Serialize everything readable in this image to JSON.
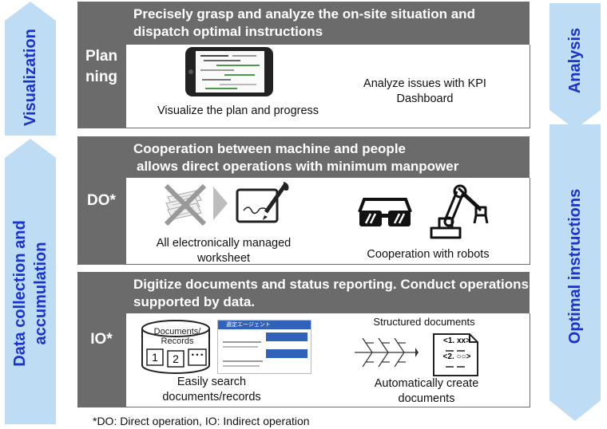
{
  "left_arrows": {
    "visualization": "Visualization",
    "data_collection": "Data collection and accumulation"
  },
  "right_arrows": {
    "analysis": "Analysis",
    "optimal_instructions": "Optimal instructions"
  },
  "planning": {
    "label": "Plan\nning",
    "header": "Precisely grasp and analyze the on-site situation and dispatch optimal instructions",
    "caption_left": "Visualize the plan and progress",
    "caption_right": "Analyze issues with KPI Dashboard"
  },
  "do": {
    "label": "DO*",
    "header_line1": "Cooperation between machine and people",
    "header_line2": "allows direct operations with minimum manpower",
    "caption_left": "All electronically managed worksheet",
    "caption_right": "Cooperation with robots"
  },
  "io": {
    "label": "IO*",
    "header": "Digitize documents and status reporting. Conduct operations supported by data.",
    "documents_records": "Documents/ Records",
    "db_1": "1",
    "db_2": "2",
    "db_dots": "• • •",
    "chat_title": "選定エージェント",
    "structured_documents": "Structured documents",
    "doc_line1": "<1. xx>",
    "doc_line2": "<2. ○○>",
    "caption_left": "Easily search documents/records",
    "caption_right": "Automatically create documents"
  },
  "footnote": "*DO: Direct operation, IO: Indirect operation",
  "colors": {
    "arrow_fill": "#bfdcf5",
    "arrow_text": "#1a33cc",
    "panel_gray": "#6b6b6b"
  }
}
